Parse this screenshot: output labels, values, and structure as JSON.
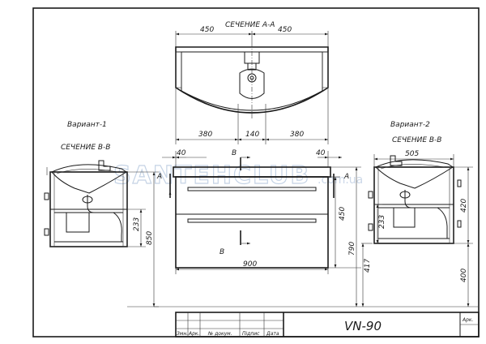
{
  "drawing": {
    "section_aa": "СЕЧЕНИЕ А-А",
    "variant1": "Вариант-1",
    "variant2": "Вариант-2",
    "section_bb_left": "СЕЧЕНИЕ В-В",
    "section_bb_right": "СЕЧЕНИЕ В-В",
    "watermark_main": "SANTEHCLUB",
    "watermark_domain": ".com.ua"
  },
  "dimensions": {
    "top_left_450": "450",
    "top_right_450": "450",
    "plan_380_left": "380",
    "plan_140": "140",
    "plan_380_right": "380",
    "front_40_left": "40",
    "front_40_right": "40",
    "front_width_900": "900",
    "front_drawer_450": "450",
    "front_790": "790",
    "front_417": "417",
    "left_233": "233",
    "left_850": "850",
    "right_505": "505",
    "right_420": "420",
    "right_233": "233",
    "right_400": "400"
  },
  "markers": {
    "front_a_left": "A",
    "front_a_right": "A",
    "front_b_top": "B",
    "front_b_bottom": "B"
  },
  "title_block": {
    "product_code": "VN-90",
    "sheet_label": "Арк.",
    "col_zmn": "Змн.",
    "col_ark": "Арк.",
    "col_doc": "№ докум.",
    "col_sign": "Підпис",
    "col_date": "Дата"
  }
}
